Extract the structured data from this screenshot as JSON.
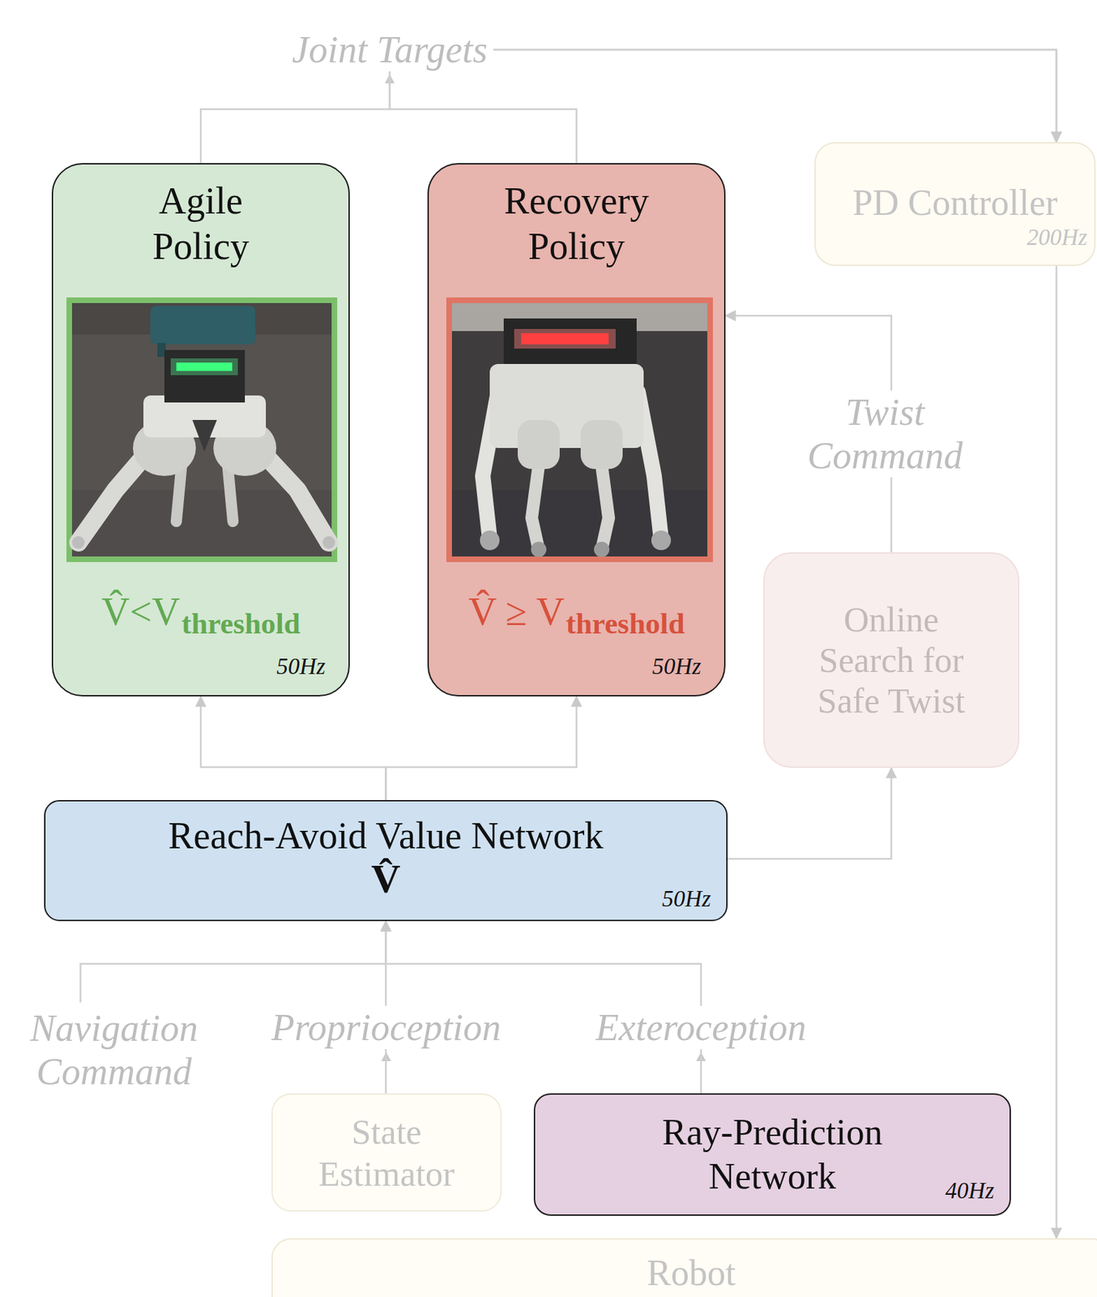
{
  "diagram": {
    "nodes": [
      {
        "text": [
          "Agile Policy",
          "V̂<V",
          "threshold",
          "50Hz"
        ]
      },
      {
        "text": [
          "Recovery Policy",
          "V̂ ≥ V",
          "threshold",
          "50Hz"
        ]
      },
      {
        "text": [
          "PD Controller",
          "200Hz"
        ]
      },
      {
        "text": [
          "Online Search for Safe Twist"
        ]
      },
      {
        "text": [
          "Reach-Avoid Value Network",
          "V̂",
          "50Hz"
        ]
      },
      {
        "text": [
          "State Estimator"
        ]
      },
      {
        "text": [
          "Ray-Prediction Network",
          "40Hz"
        ]
      },
      {
        "text": [
          "Robot"
        ]
      }
    ],
    "edges": [
      {
        "from": 0,
        "to": 2,
        "arrow": "to"
      },
      {
        "from": 1,
        "to": 2,
        "arrow": "to"
      },
      {
        "from": 4,
        "to": 0,
        "arrow": "to"
      },
      {
        "from": 4,
        "to": 1,
        "arrow": "to"
      },
      {
        "from": 4,
        "to": 3,
        "arrow": "to"
      },
      {
        "from": 3,
        "to": 1,
        "label": "Twist Command",
        "arrow": "to"
      },
      {
        "from": 2,
        "to": 7,
        "arrow": "to"
      },
      {
        "from": 5,
        "to": 4,
        "label": "Proprioception",
        "arrow": "to"
      },
      {
        "from": 6,
        "to": 4,
        "label": "Exteroception",
        "arrow": "to"
      }
    ],
    "labels": [
      "Joint Targets",
      "Navigation Command"
    ]
  }
}
